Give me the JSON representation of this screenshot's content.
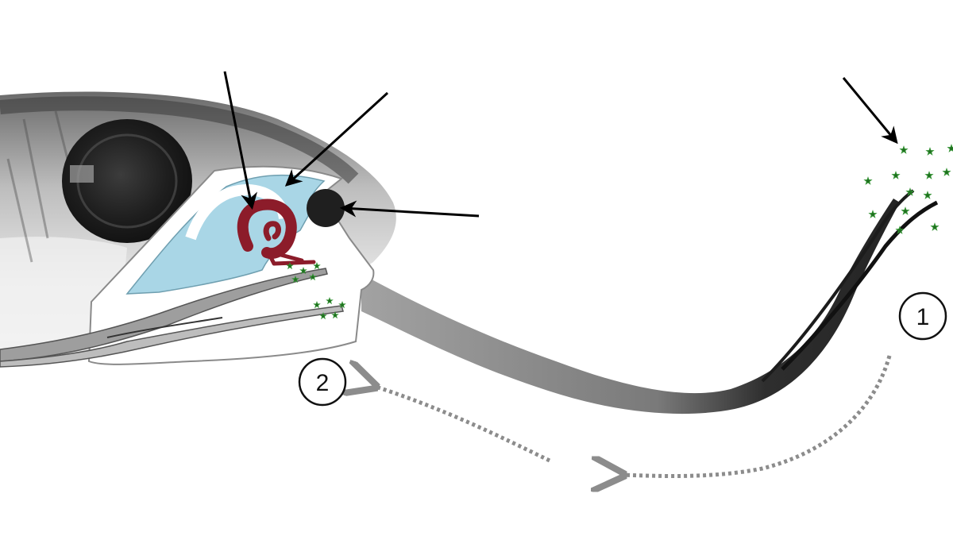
{
  "steps": [
    {
      "number": "1"
    },
    {
      "number": "2"
    }
  ],
  "colors": {
    "background": "#ffffff",
    "body_dark": "#1a1a1a",
    "body_light": "#e6e6e6",
    "eye_iris": "#2a2a2a",
    "inset_panel": "#ffffff",
    "inset_outline": "#8a8a8a",
    "nasal_cavity": "#a9d6e6",
    "olfactory_rosette": "#8c1c2a",
    "odorant_marker": "#2f8f2f",
    "pointer_arrow": "#000000",
    "flow_arrow": "#8c8c8c",
    "barbel": "#555555"
  },
  "icons": {
    "odorant_marker": "star-burst",
    "flow_arrow": "dotted-curved-arrow",
    "pointer_arrow": "solid-arrow"
  }
}
